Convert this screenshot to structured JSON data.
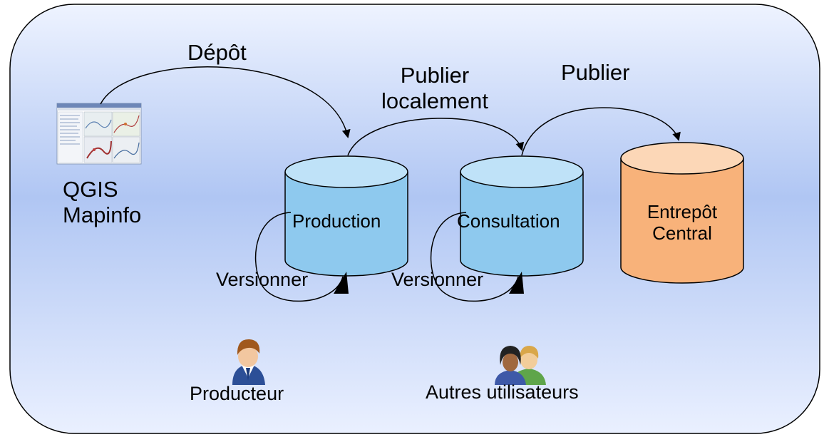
{
  "colors": {
    "background_top": "#e9efff",
    "background_mid": "#b2c8f4",
    "background_bottom": "#e9efff",
    "cylinder_blue": "#8ec9ee",
    "cylinder_blue_top": "#bfe2f8",
    "cylinder_orange": "#f8b27a",
    "cylinder_orange_top": "#fcd7b7",
    "stroke": "#000000"
  },
  "labels": {
    "depot": "Dépôt",
    "publier_localement_line1": "Publier",
    "publier_localement_line2": "localement",
    "publier": "Publier",
    "client_line1": "QGIS",
    "client_line2": "Mapinfo",
    "versionner_1": "Versionner",
    "versionner_2": "Versionner",
    "producteur": "Producteur",
    "autres_utilisateurs": "Autres utilisateurs"
  },
  "databases": [
    {
      "name": "Production",
      "color": "blue"
    },
    {
      "name": "Consultation",
      "color": "blue"
    },
    {
      "name_line1": "Entrepôt",
      "name_line2": "Central",
      "color": "orange"
    }
  ],
  "icons": {
    "client": "map-application-screenshot-icon",
    "producer": "user-icon",
    "others": "users-group-icon"
  }
}
